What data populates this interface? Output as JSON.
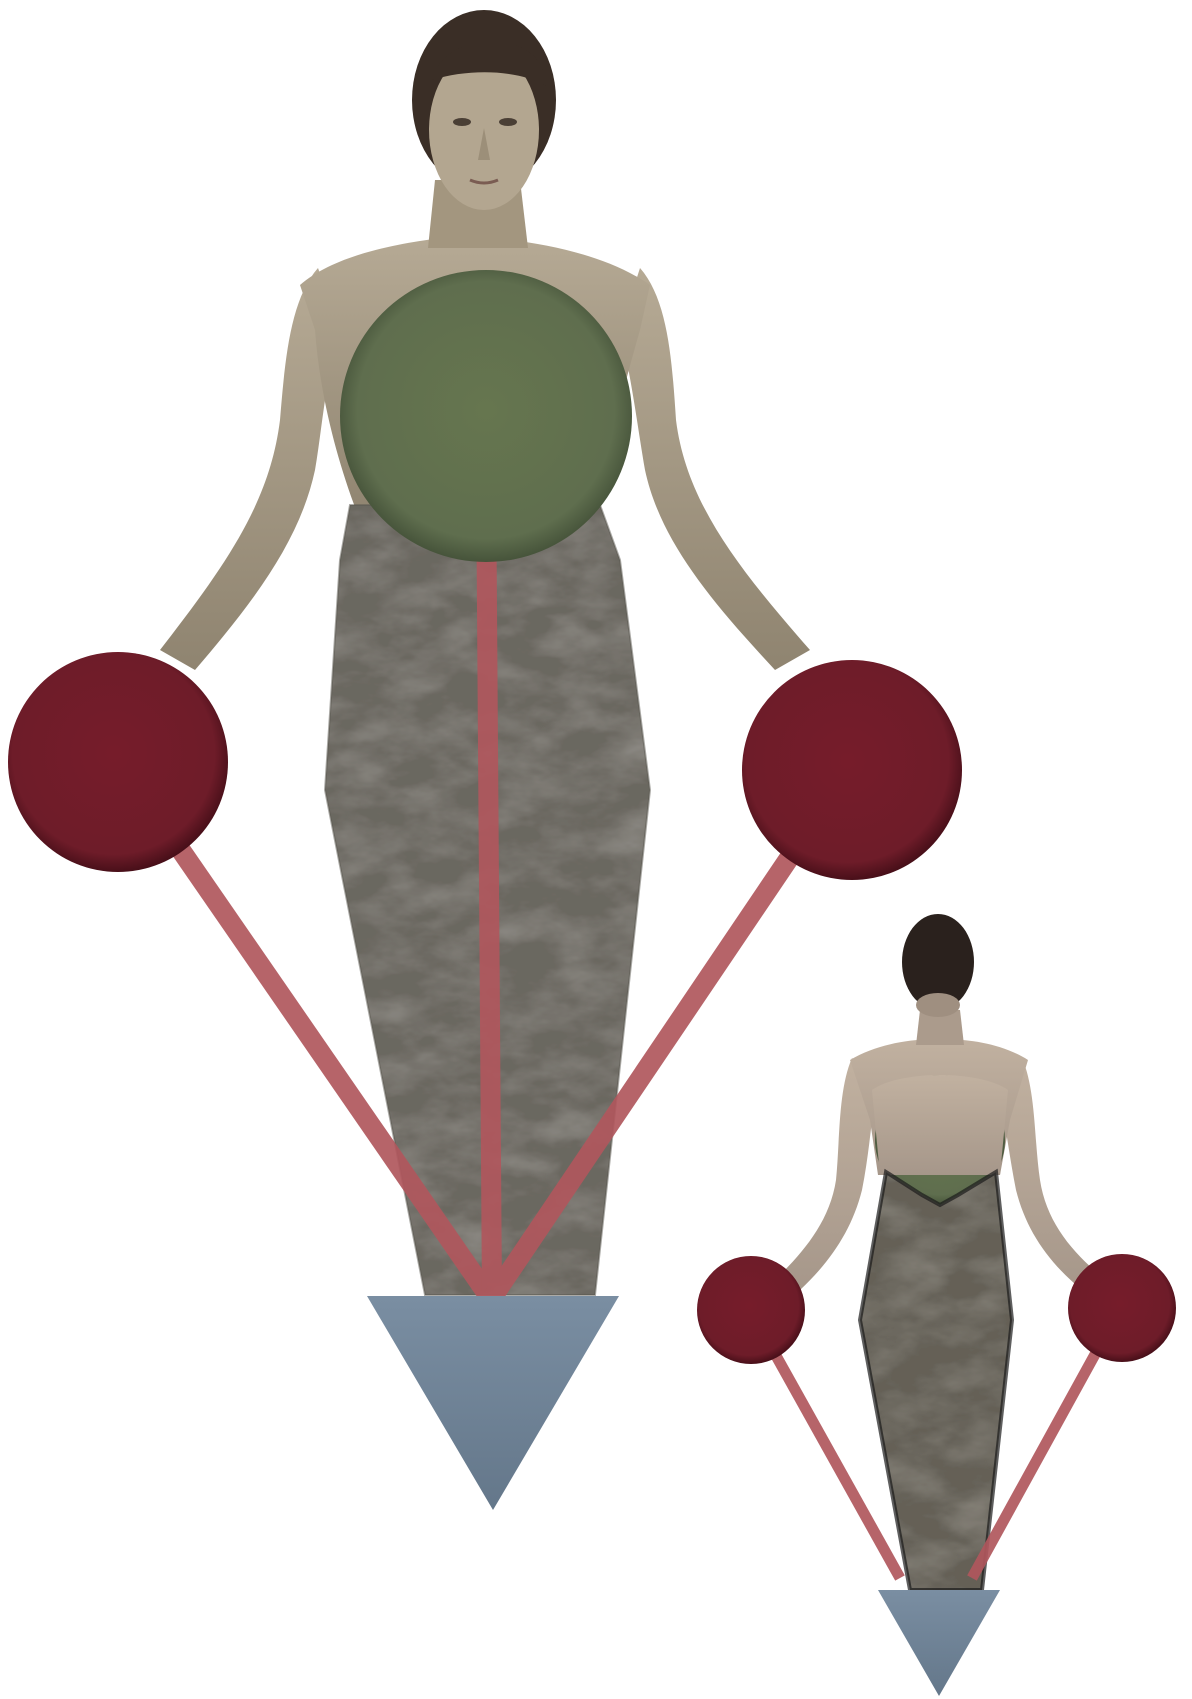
{
  "composition": {
    "background": "#ffffff",
    "figures": [
      {
        "id": "front",
        "view": "front-facing",
        "head_hair_color": "#3a2e26",
        "skin_color": "#a89882",
        "torso_node": {
          "shape": "circle",
          "color": "#5f6e4e"
        },
        "hand_nodes": [
          {
            "side": "left",
            "shape": "circle",
            "color": "#6e1c29"
          },
          {
            "side": "right",
            "shape": "circle",
            "color": "#6e1c29"
          }
        ],
        "robe": {
          "shape": "elongated-diamond",
          "texture": "grey-stone",
          "color": "#8d8a84"
        },
        "connectors": {
          "color": "#b0575d",
          "count": 3
        },
        "base_node": {
          "shape": "downward-triangle",
          "color": "#6f8397"
        }
      },
      {
        "id": "back",
        "view": "rear-facing",
        "head_hair_color": "#2a211d",
        "skin_color": "#b6a796",
        "torso_node": {
          "shape": "circle",
          "color": "#5f6e4e",
          "mostly_hidden": true
        },
        "hand_nodes": [
          {
            "side": "left",
            "shape": "circle",
            "color": "#6e1c29"
          },
          {
            "side": "right",
            "shape": "circle",
            "color": "#6e1c29"
          }
        ],
        "robe": {
          "shape": "elongated-diamond",
          "texture": "grey-stone",
          "color": "#858178"
        },
        "connectors": {
          "color": "#b0575d",
          "count": 2
        },
        "base_node": {
          "shape": "downward-triangle",
          "color": "#6f8397"
        }
      }
    ]
  }
}
